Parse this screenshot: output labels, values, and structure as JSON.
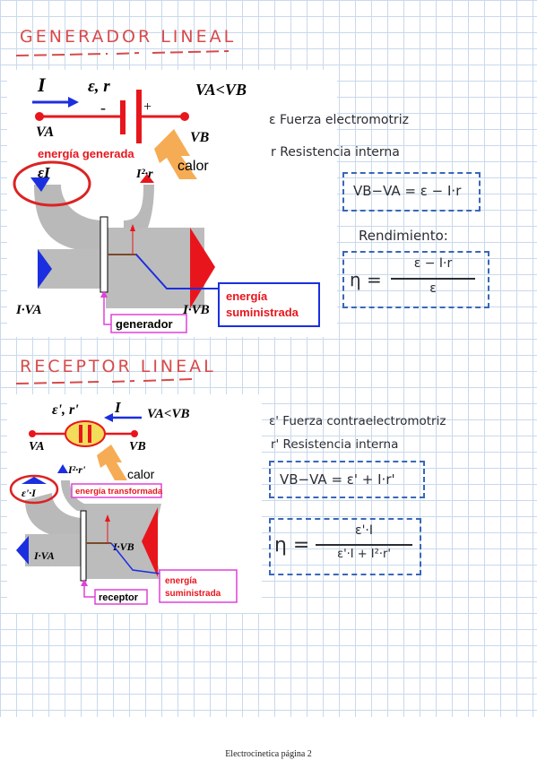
{
  "page": {
    "footer": "Electrocinetica página 2"
  },
  "generator": {
    "title": "GENERADOR LINEAL",
    "diagram": {
      "current": "I",
      "emf": "ε, r",
      "minus": "-",
      "plus": "+",
      "va_lt_vb": "VA<VB",
      "va": "VA",
      "vb": "VB",
      "energia_generada": "energía generada",
      "calor": "calor",
      "eI": "εI",
      "i2r": "I²·r",
      "iva": "I·VA",
      "ivb": "I·VB",
      "generador": "generador",
      "energia_suministrada": [
        "energía",
        "suministrada"
      ]
    },
    "notes": {
      "line1": "ε Fuerza electromotriz",
      "line2": "r Resistencia interna",
      "eq1": "VB−VA = ε − I·r",
      "rendimiento": "Rendimiento:",
      "eta": "η =",
      "eta_num": "ε − I·r",
      "eta_den": "ε"
    }
  },
  "receptor": {
    "title": "RECEPTOR LINEAL",
    "diagram": {
      "emf": "ε', r'",
      "current": "I",
      "va_lt_vb": "VA<VB",
      "va": "VA",
      "vb": "VB",
      "i2r": "I²·r'",
      "calor": "calor",
      "eI": "ε'·I",
      "energia_transformada": "energía transformada",
      "iva": "I·VA",
      "ivb": "I·VB",
      "receptor": "receptor",
      "energia_suministrada": [
        "energía",
        "suministrada"
      ]
    },
    "notes": {
      "line1": "ε' Fuerza contraelectromotriz",
      "line2": "r' Resistencia interna",
      "eq1": "VB−VA = ε' + I·r'",
      "eta": "η =",
      "eta_num": "ε'·I",
      "eta_den": "ε'·I + I²·r'"
    }
  },
  "colors": {
    "title_red": "#d84a4a",
    "blue": "#1b2fe0",
    "red": "#e8161c",
    "box_blue": "#3a67b8",
    "magenta": "#e040d8"
  }
}
